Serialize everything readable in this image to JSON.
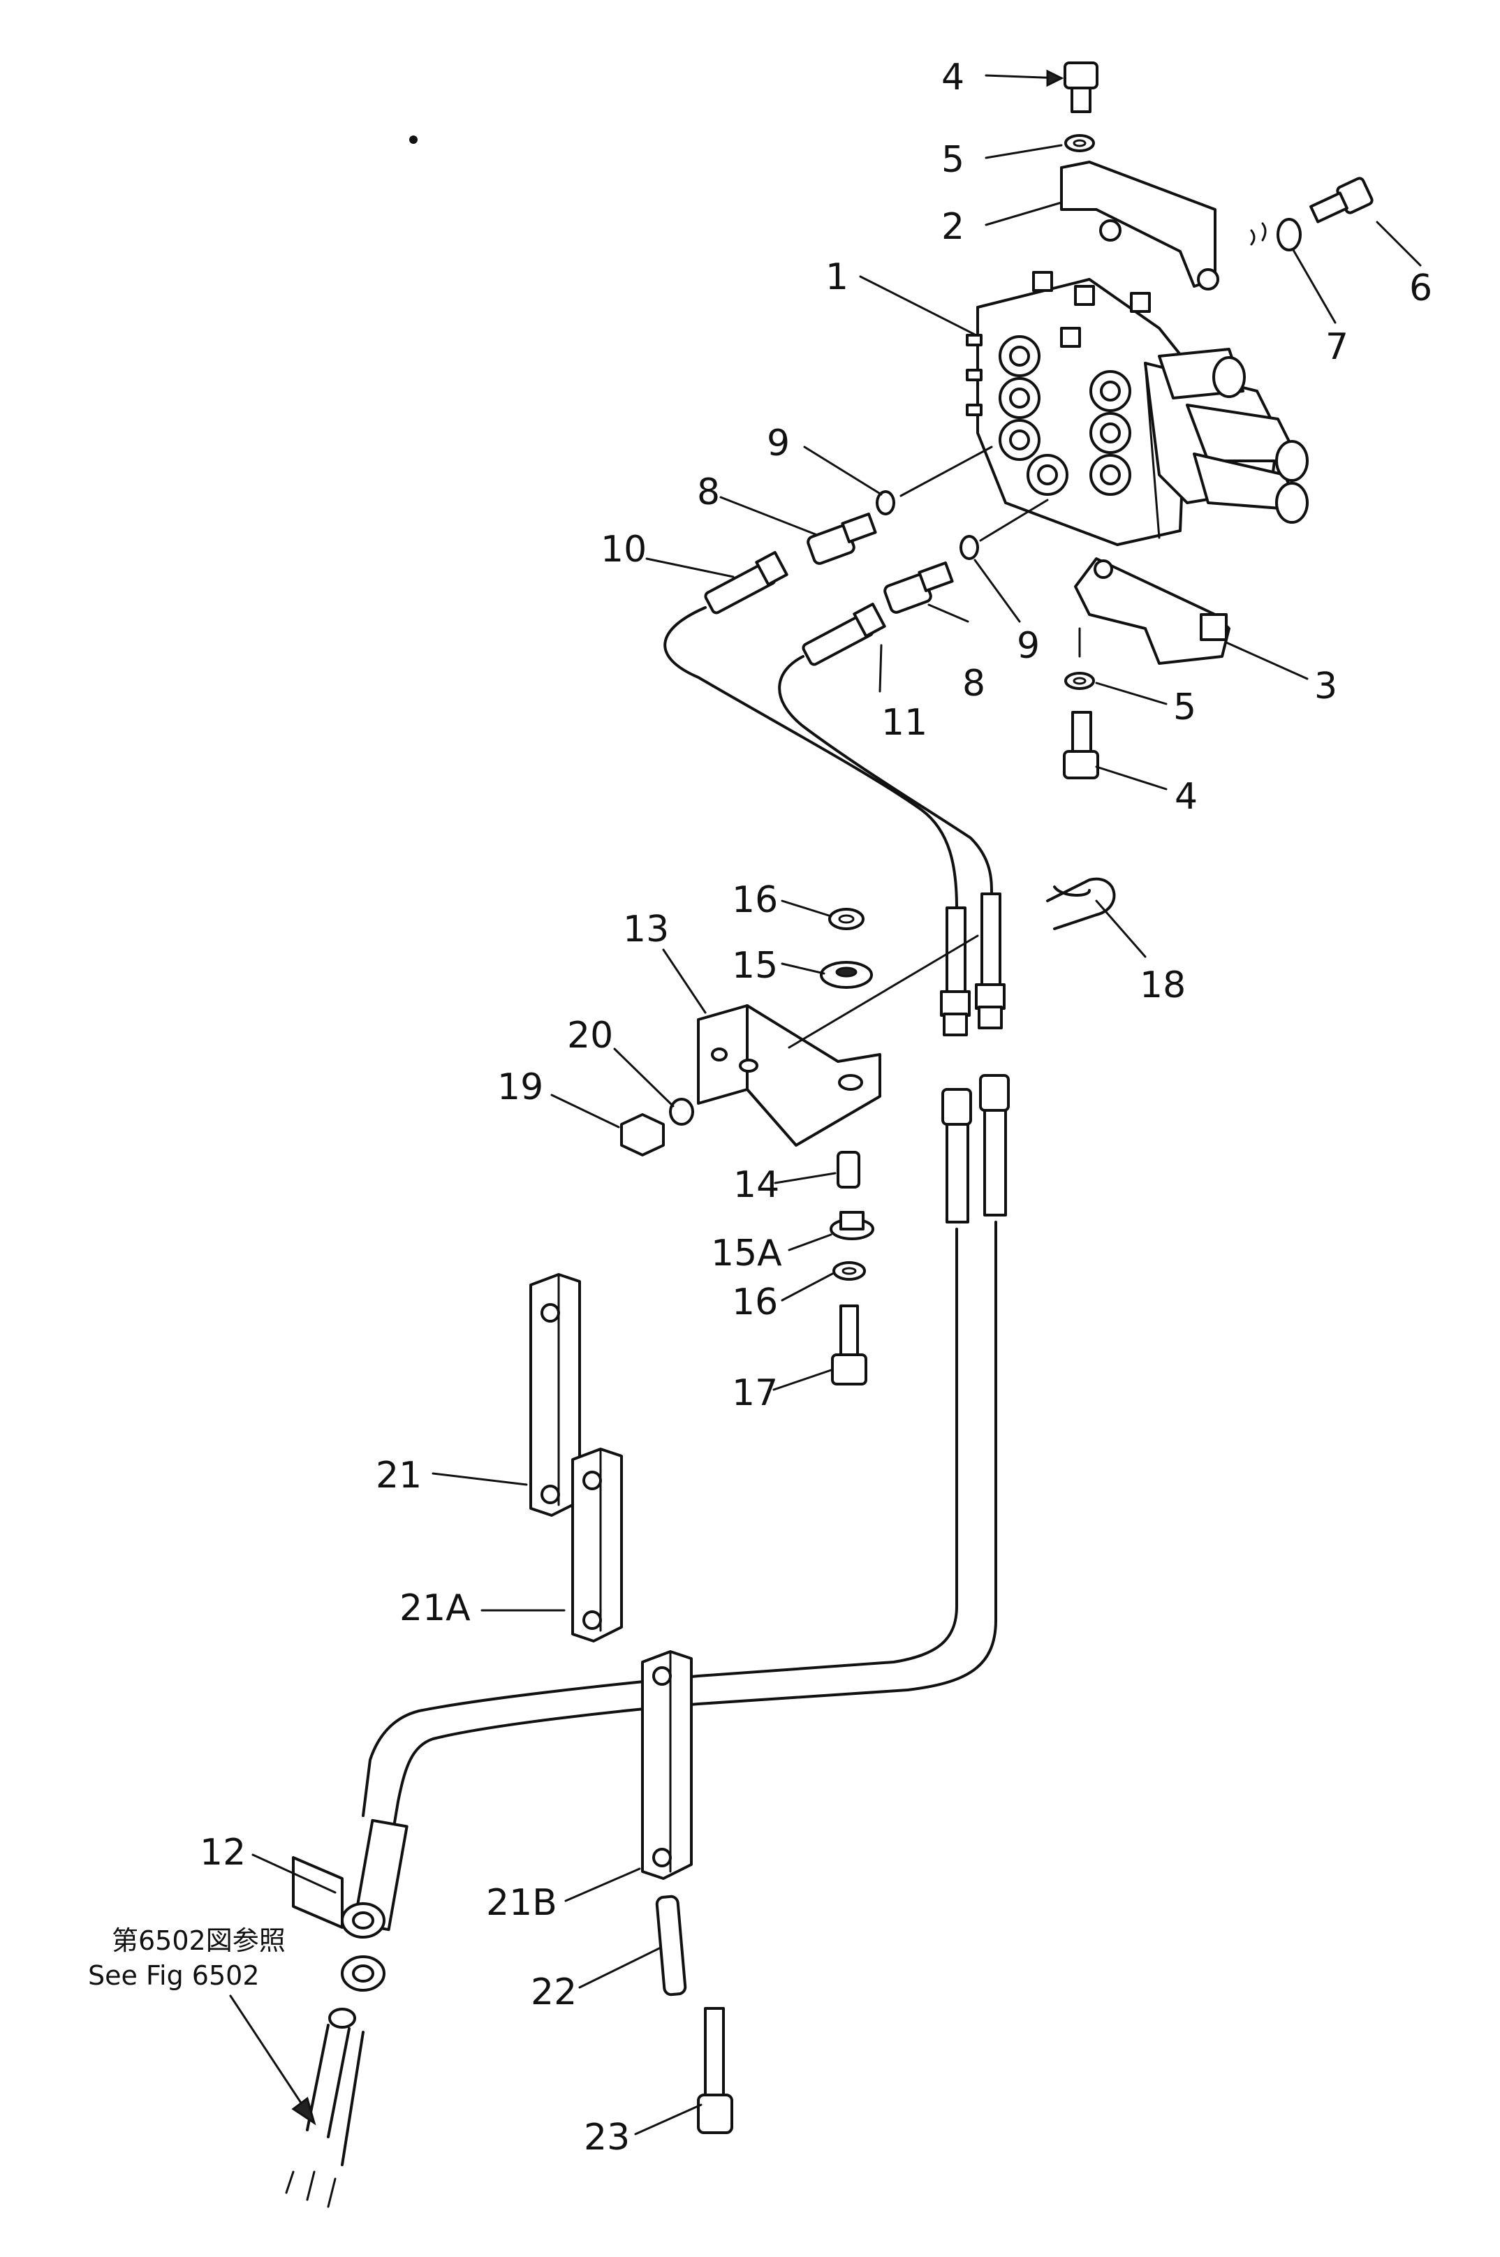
{
  "diagram": {
    "callouts": [
      {
        "id": "c4a",
        "label": "4"
      },
      {
        "id": "c5a",
        "label": "5"
      },
      {
        "id": "c2",
        "label": "2"
      },
      {
        "id": "c6",
        "label": "6"
      },
      {
        "id": "c7",
        "label": "7"
      },
      {
        "id": "c1",
        "label": "1"
      },
      {
        "id": "c9a",
        "label": "9"
      },
      {
        "id": "c8a",
        "label": "8"
      },
      {
        "id": "c10",
        "label": "10"
      },
      {
        "id": "c8b",
        "label": "8"
      },
      {
        "id": "c9b",
        "label": "9"
      },
      {
        "id": "c11",
        "label": "11"
      },
      {
        "id": "c3",
        "label": "3"
      },
      {
        "id": "c5b",
        "label": "5"
      },
      {
        "id": "c4b",
        "label": "4"
      },
      {
        "id": "c16a",
        "label": "16"
      },
      {
        "id": "c15",
        "label": "15"
      },
      {
        "id": "c13",
        "label": "13"
      },
      {
        "id": "c18",
        "label": "18"
      },
      {
        "id": "c20",
        "label": "20"
      },
      {
        "id": "c19",
        "label": "19"
      },
      {
        "id": "c14",
        "label": "14"
      },
      {
        "id": "c15a",
        "label": "15A"
      },
      {
        "id": "c16b",
        "label": "16"
      },
      {
        "id": "c17",
        "label": "17"
      },
      {
        "id": "c21",
        "label": "21"
      },
      {
        "id": "c21a",
        "label": "21A"
      },
      {
        "id": "c12",
        "label": "12"
      },
      {
        "id": "c21b",
        "label": "21B"
      },
      {
        "id": "c22",
        "label": "22"
      },
      {
        "id": "c23",
        "label": "23"
      }
    ],
    "reference_jp": "第6502図参照",
    "reference_en": "See Fig 6502"
  }
}
